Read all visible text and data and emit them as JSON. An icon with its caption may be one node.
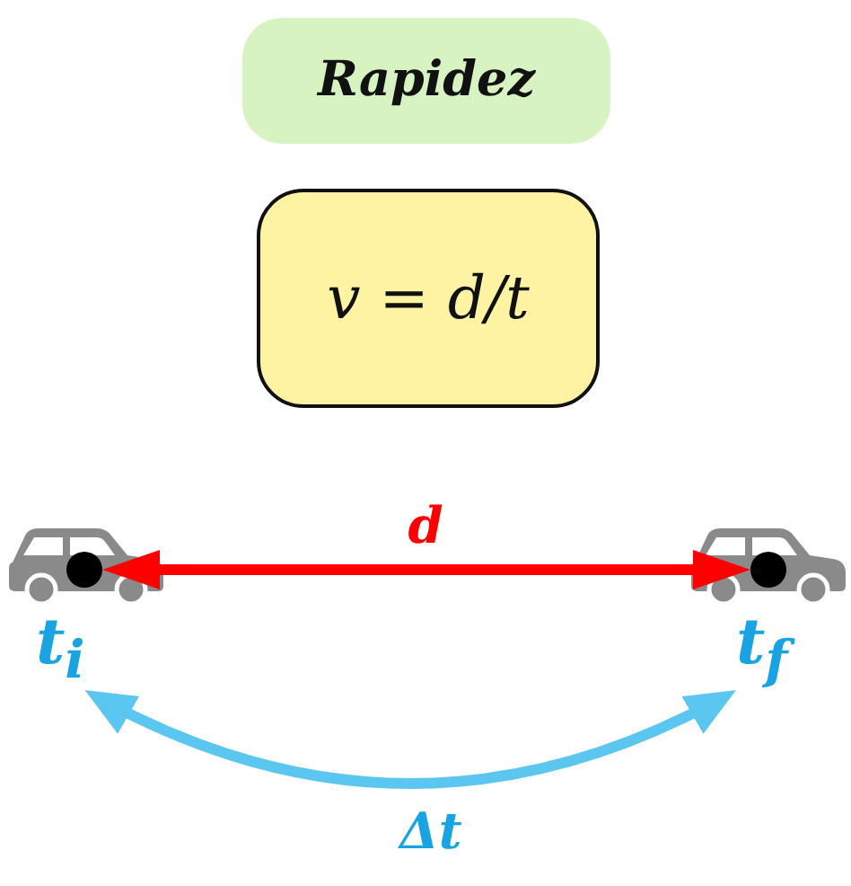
{
  "diagram": {
    "nodes": [
      {
        "text": [
          "Rapidez"
        ]
      },
      {
        "text": [
          "v = d/t"
        ]
      },
      {
        "text": [],
        "shape": "picture"
      },
      {
        "text": [],
        "shape": "circle",
        "in": 2
      },
      {
        "text": [],
        "shape": "picture"
      },
      {
        "text": [],
        "shape": "circle",
        "in": 4
      },
      {
        "text": [
          "t$_{i}$"
        ]
      },
      {
        "text": [
          "t$_{f}$"
        ]
      }
    ],
    "edges": [
      {
        "from": 3,
        "to": 5,
        "arrow": "both",
        "label": "d",
        "color": "#ff0000"
      },
      {
        "from": 6,
        "to": 7,
        "arrow": "both",
        "label": "Δt",
        "color": "#5bc6f0"
      }
    ]
  }
}
